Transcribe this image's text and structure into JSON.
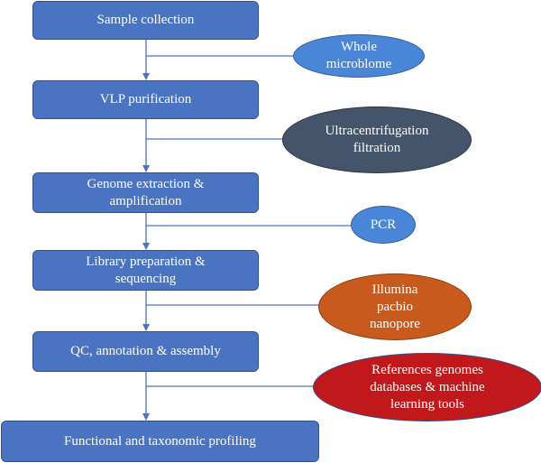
{
  "steps": [
    {
      "label": "Sample collection"
    },
    {
      "label": "VLP purification"
    },
    {
      "label": "Genome extraction &\namplification"
    },
    {
      "label": "Library preparation &\nsequencing"
    },
    {
      "label": "QC, annotation & assembly"
    },
    {
      "label": "Functional and taxonomic profiling"
    }
  ],
  "annotations": [
    {
      "label": "Whole\nmicroblome",
      "color": "#4a86d8"
    },
    {
      "label": "Ultracentrifugation\nfiltration",
      "color": "#44546a"
    },
    {
      "label": "PCR",
      "color": "#4a86d8"
    },
    {
      "label": "Illumina\npacbio\nnanopore",
      "color": "#c85a1e"
    },
    {
      "label": "References genomes\ndatabases & machine\nlearning tools",
      "color": "#c0181b"
    }
  ],
  "connector_color": "#4a73c2"
}
